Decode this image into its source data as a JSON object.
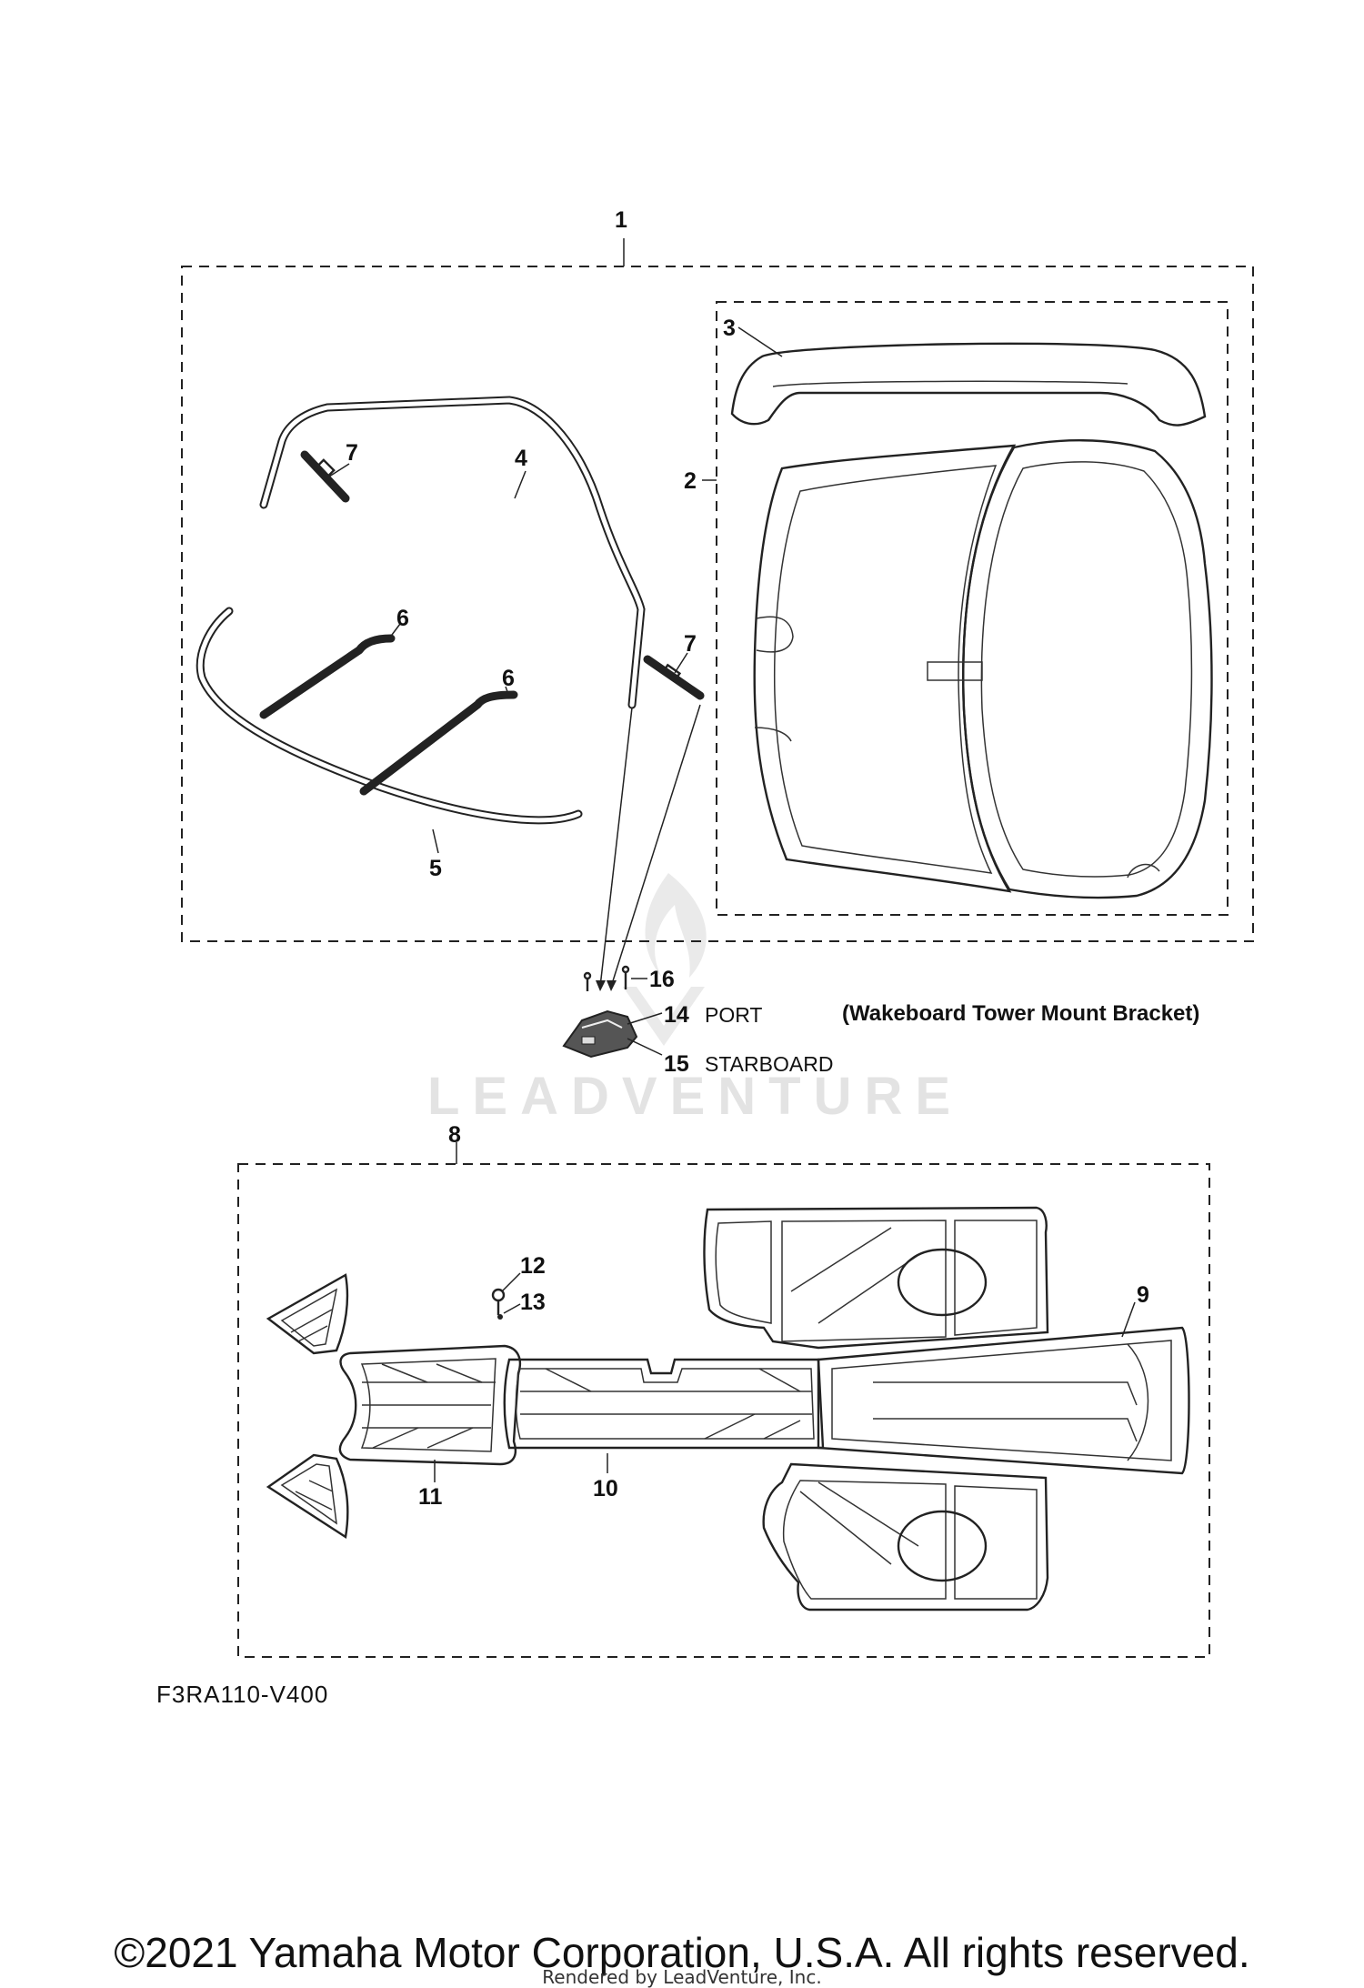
{
  "callouts": {
    "c1": "1",
    "c2": "2",
    "c3": "3",
    "c4": "4",
    "c5": "5",
    "c6a": "6",
    "c6b": "6",
    "c7a": "7",
    "c7b": "7",
    "c8": "8",
    "c9": "9",
    "c10": "10",
    "c11": "11",
    "c12": "12",
    "c13": "13",
    "c14": "14",
    "c15": "15",
    "c16": "16"
  },
  "labels": {
    "port": "PORT",
    "starboard": "STARBOARD",
    "bracket_note": "(Wakeboard Tower Mount Bracket)"
  },
  "footer": {
    "diagram_code": "F3RA110-V400",
    "copyright": "©2021 Yamaha Motor Corporation, U.S.A. All rights reserved.",
    "rendered_by": "Rendered by LeadVenture, Inc."
  },
  "watermark": {
    "text": "LEADVENTURE"
  }
}
